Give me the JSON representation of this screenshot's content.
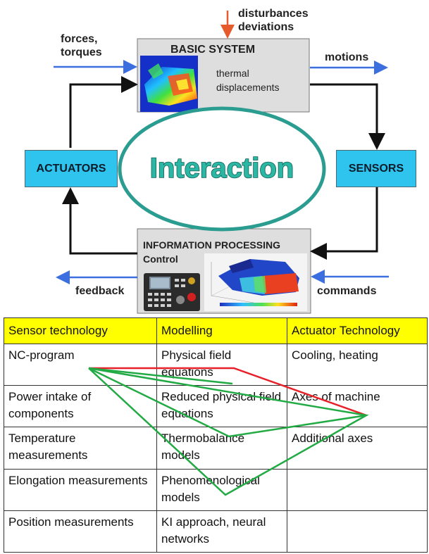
{
  "diagram": {
    "basic_system": {
      "title": "BASIC SYSTEM",
      "note_line1": "thermal",
      "note_line2": "displacements"
    },
    "disturbances_line1": "disturbances",
    "disturbances_line2": "deviations",
    "forces_line1": "forces,",
    "forces_line2": "torques",
    "motions": "motions",
    "actuators": "ACTUATORS",
    "sensors": "SENSORS",
    "interaction": "Interaction",
    "info_processing": {
      "title": "INFORMATION PROCESSING",
      "subtitle": "Control"
    },
    "feedback": "feedback",
    "commands": "commands",
    "colors": {
      "cyan": "#2ec4ee",
      "ellipse": "#2a9c90",
      "blue_arrow": "#3b6fe0",
      "red_arrow": "#e65a2c",
      "box_gray": "#dedede"
    }
  },
  "table": {
    "headers": [
      "Sensor technology",
      "Modelling",
      "Actuator Technology"
    ],
    "rows": [
      [
        "NC-program",
        "Physical field equations",
        "Cooling, heating"
      ],
      [
        "Power intake of components",
        "Reduced physical field equations",
        "Axes of machine"
      ],
      [
        "Temperature measurements",
        "Thermobalance models",
        "Additional axes"
      ],
      [
        "Elongation measurements",
        "Phenomenological models",
        ""
      ],
      [
        "Position measurements",
        "KI approach, neural networks",
        ""
      ]
    ],
    "colors": {
      "header_bg": "#ffff00",
      "red_link": "#e8202a",
      "green_link": "#22aa44"
    }
  }
}
